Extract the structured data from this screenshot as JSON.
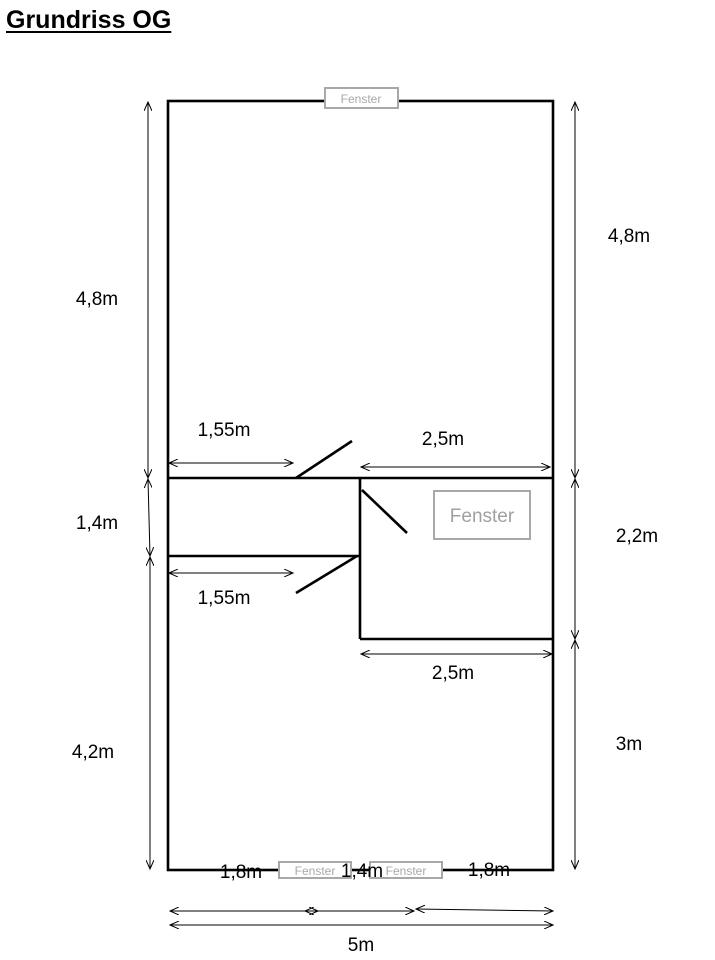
{
  "title": "Grundriss OG",
  "window_label": "Fenster",
  "left_dims": {
    "top": "4,8m",
    "middle": "1,4m",
    "bottom": "4,2m"
  },
  "right_dims": {
    "top": "4,8m",
    "middle": "2,2m",
    "bottom": "3m"
  },
  "inner_dims": {
    "hall_top": "1,55m",
    "hall_bottom": "1,55m",
    "room_top": "2,5m",
    "room_bottom": "2,5m"
  },
  "bottom_dims": {
    "left": "1,8m",
    "middle": "1,4m",
    "right": "1,8m",
    "total": "5m"
  },
  "colors": {
    "walls": "#000000",
    "window": "#a8a8a8"
  }
}
